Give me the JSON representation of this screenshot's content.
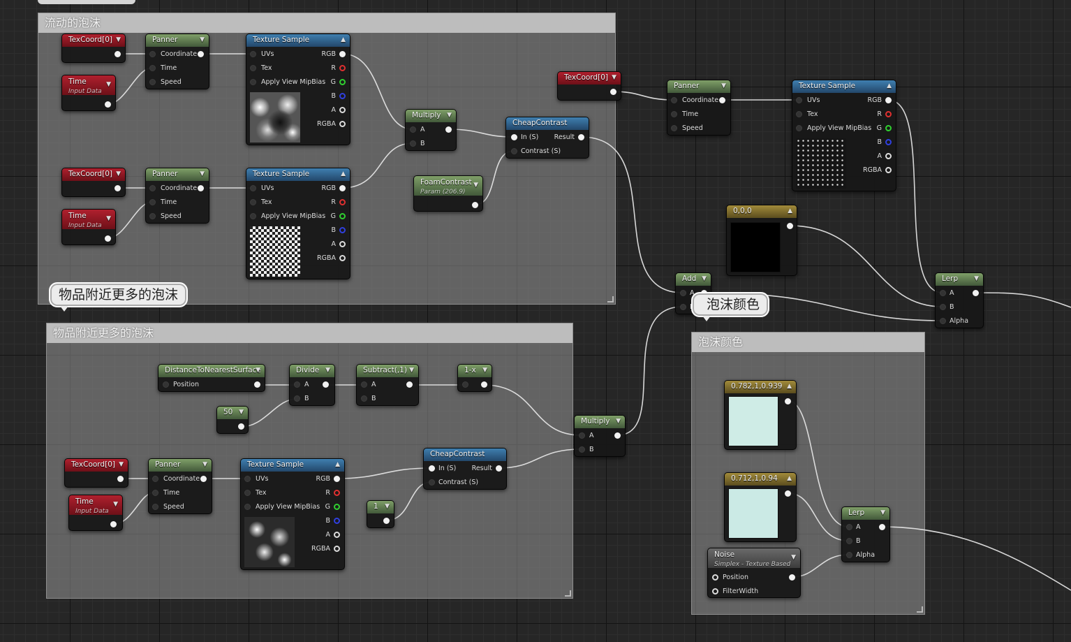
{
  "comments": {
    "flow_foam": "流动的泡沫",
    "more_foam": "物品附近更多的泡沫",
    "foam_color": "泡沫颜色"
  },
  "bubbles": {
    "more_foam": "物品附近更多的泡沫",
    "foam_color": "泡沫颜色"
  },
  "labels": {
    "texcoord": "TexCoord[0]",
    "time": "Time",
    "input_data": "Input Data",
    "panner": "Panner",
    "coordinate": "Coordinate",
    "speed": "Speed",
    "texture_sample": "Texture Sample",
    "uvs": "UVs",
    "tex": "Tex",
    "apply_view_mipbias": "Apply View MipBias",
    "rgb": "RGB",
    "r": "R",
    "g": "G",
    "b_ch": "B",
    "a_ch": "A",
    "rgba": "RGBA",
    "multiply": "Multiply",
    "pin_a": "A",
    "pin_b": "B",
    "cheap_contrast": "CheapContrast",
    "in_s": "In (S)",
    "result": "Result",
    "contrast_s": "Contrast (S)",
    "foam_contrast": "FoamContrast",
    "foam_contrast_param": "Param (206.9)",
    "distance_to_surface": "DistanceToNearestSurface",
    "position": "Position",
    "divide": "Divide",
    "subtract": "Subtract(,1)",
    "one_minus": "1-x",
    "const_50": "50",
    "const_1": "1",
    "add": "Add",
    "const_000": "0,0,0",
    "lerp": "Lerp",
    "alpha": "Alpha",
    "color_1": "0.782,1,0.939",
    "color_2": "0.712,1,0.94",
    "noise": "Noise",
    "noise_sub": "Simplex - Texture Based",
    "filter_width": "FilterWidth"
  },
  "icons": {
    "collapse": "chevron-down-icon",
    "pin": "pin-dot-icon"
  },
  "colors": {
    "texcoord": "#9b1c28",
    "panner": "#5e7a4e",
    "texture": "#2f6a98",
    "constant": "#8a7430",
    "swatch_1": "#c8ede4",
    "swatch_2": "#c5ece6"
  }
}
